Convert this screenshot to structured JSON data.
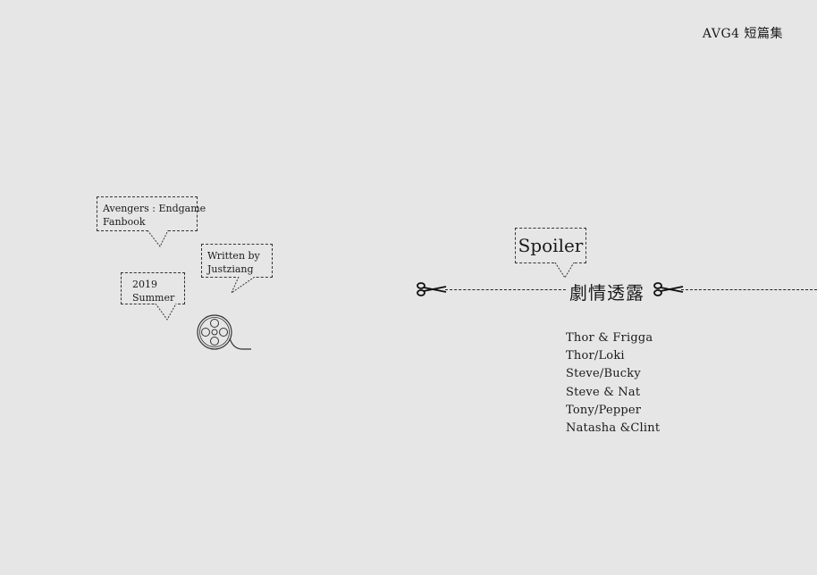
{
  "header": {
    "title": "AVG4  短篇集"
  },
  "bubbles": {
    "fanbook": {
      "line1": "Avengers : Endgame",
      "line2": "Fanbook"
    },
    "author": {
      "line1": "Written  by",
      "line2": "Justziang"
    },
    "date": {
      "line1": "2019",
      "line2": "Summer"
    }
  },
  "spoiler": {
    "label": "Spoiler",
    "chinese_title": "劇情透露"
  },
  "pairings": [
    "Thor  &  Frigga",
    "Thor/Loki",
    "Steve/Bucky",
    "Steve  &  Nat",
    "Tony/Pepper",
    "Natasha  &Clint"
  ],
  "icons": {
    "film_reel": "film-reel-icon",
    "scissors": "scissors-icon"
  },
  "colors": {
    "background": "#e6e6e6",
    "ink": "#1a1a1a"
  }
}
